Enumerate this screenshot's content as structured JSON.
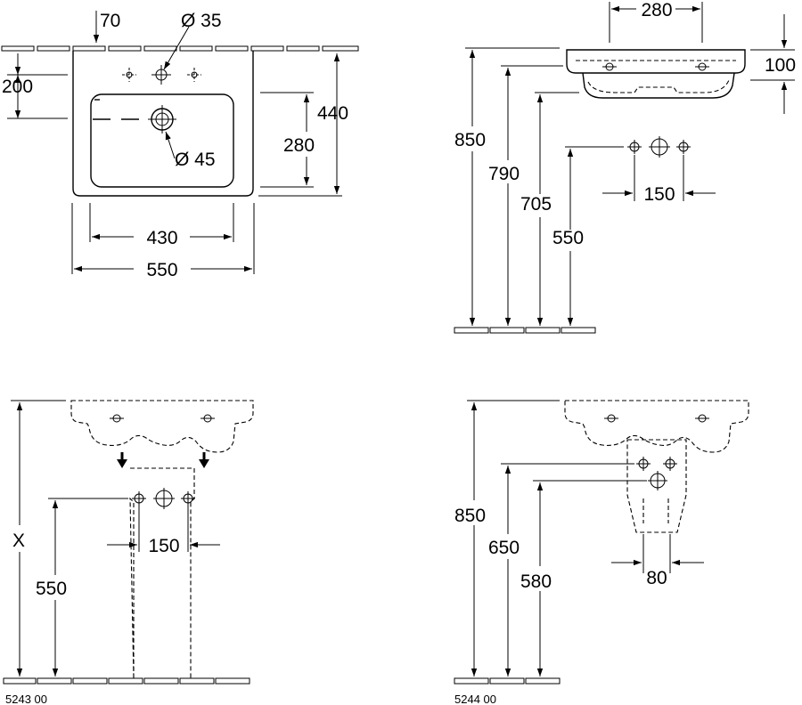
{
  "top_view": {
    "dim_tap_offset": "70",
    "dim_tap_hole": "Ø 35",
    "dim_tap_height": "200",
    "dim_depth_total": "440",
    "dim_bowl_depth": "280",
    "dim_waste_hole": "Ø 45",
    "dim_bowl_width": "430",
    "dim_total_width": "550"
  },
  "side_view": {
    "dim_hole_spacing": "280",
    "dim_basin_height": "100",
    "dim_rim_height": "850",
    "dim_790": "790",
    "dim_705": "705",
    "dim_supply_spacing": "150",
    "dim_supply_height": "550"
  },
  "pedestal_view": {
    "dim_height_x": "X",
    "dim_supply_spacing": "150",
    "dim_supply_height": "550",
    "article_code": "5243 00"
  },
  "semi_pedestal_view": {
    "dim_rim_height": "850",
    "dim_650": "650",
    "dim_580": "580",
    "dim_spacing": "80",
    "article_code": "5244 00"
  }
}
